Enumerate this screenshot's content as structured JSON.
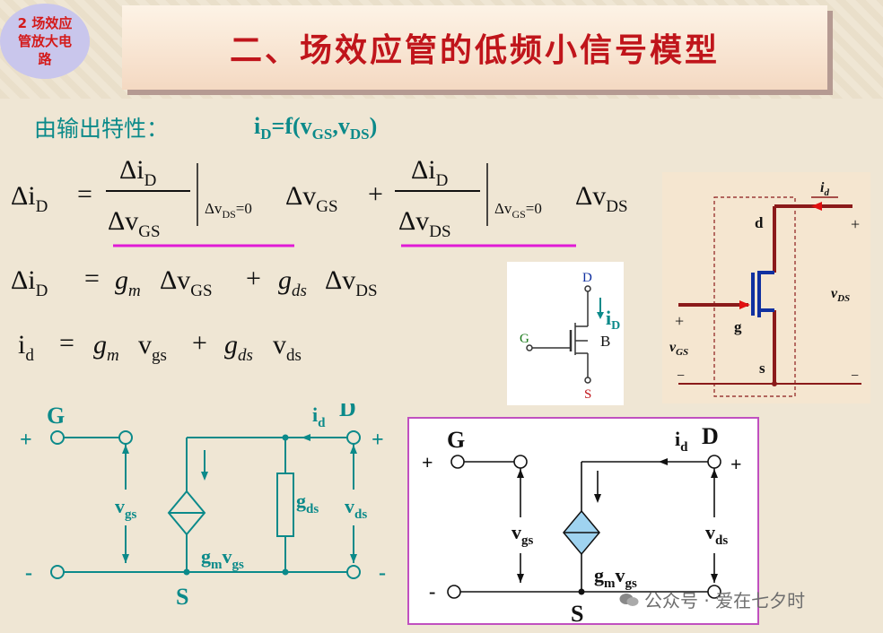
{
  "badge": {
    "text": "2 场效应\n管放大电\n路"
  },
  "title": "二、场效应管的低频小信号模型",
  "subhead": "由输出特性：",
  "function_def": {
    "lhs": "i",
    "lhs_sub": "D",
    "rhs_pre": "=f(v",
    "sub1": "GS",
    "sep": ",v",
    "sub2": "DS",
    "close": ")"
  },
  "eq1": {
    "lhs": "Δi",
    "lhs_sub": "D",
    "t1_num": "Δi",
    "t1_num_sub": "D",
    "t1_den": "Δv",
    "t1_den_sub": "GS",
    "t1_cond": "Δv",
    "t1_cond_sub": "DS",
    "t1_cond_val": "=0",
    "t1_mult": "Δv",
    "t1_mult_sub": "GS",
    "t2_num": "Δi",
    "t2_num_sub": "D",
    "t2_den": "Δv",
    "t2_den_sub": "DS",
    "t2_cond": "Δv",
    "t2_cond_sub": "GS",
    "t2_cond_val": "=0",
    "t2_mult": "Δv",
    "t2_mult_sub": "DS"
  },
  "eq2": {
    "lhs": "Δi",
    "lhs_sub": "D",
    "g1": "g",
    "g1_sub": "m",
    "v1": "Δv",
    "v1_sub": "GS",
    "g2": "g",
    "g2_sub": "ds",
    "v2": "Δv",
    "v2_sub": "DS"
  },
  "eq3": {
    "lhs": "i",
    "lhs_sub": "d",
    "g1": "g",
    "g1_sub": "m",
    "v1": "v",
    "v1_sub": "gs",
    "g2": "g",
    "g2_sub": "ds",
    "v2": "v",
    "v2_sub": "ds"
  },
  "mos_symbol": {
    "d": "D",
    "g": "G",
    "s": "S",
    "b": "B",
    "id": "i",
    "id_sub": "D"
  },
  "circuit_right": {
    "id": "i",
    "id_sub": "d",
    "d": "d",
    "g": "g",
    "s": "s",
    "vds": "v",
    "vds_sub": "DS",
    "vgs": "v",
    "vgs_sub": "GS",
    "plus": "+",
    "minus": "−"
  },
  "model_left": {
    "G": "G",
    "D": "D",
    "S": "S",
    "id": "i",
    "id_sub": "d",
    "vgs": "v",
    "vgs_sub": "gs",
    "vds": "v",
    "vds_sub": "ds",
    "gds": "g",
    "gds_sub": "ds",
    "gm": "g",
    "gm_sub": "m",
    "gm_v": "v",
    "gm_v_sub": "gs",
    "plus": "+",
    "minus": "-"
  },
  "model_box": {
    "G": "G",
    "D": "D",
    "S": "S",
    "id": "i",
    "id_sub": "d",
    "vgs": "v",
    "vgs_sub": "gs",
    "vds": "v",
    "vds_sub": "ds",
    "gm": "g",
    "gm_sub": "m",
    "gm_v": "v",
    "gm_v_sub": "gs",
    "plus": "+",
    "minus": "-"
  },
  "watermark": "公众号 · 爱在七夕时",
  "colors": {
    "title": "#c0151b",
    "teal": "#0b8a8a",
    "underline": "#e01ad6",
    "brown": "#8b1a1a",
    "red": "#e01010",
    "navy": "#1030a0"
  }
}
